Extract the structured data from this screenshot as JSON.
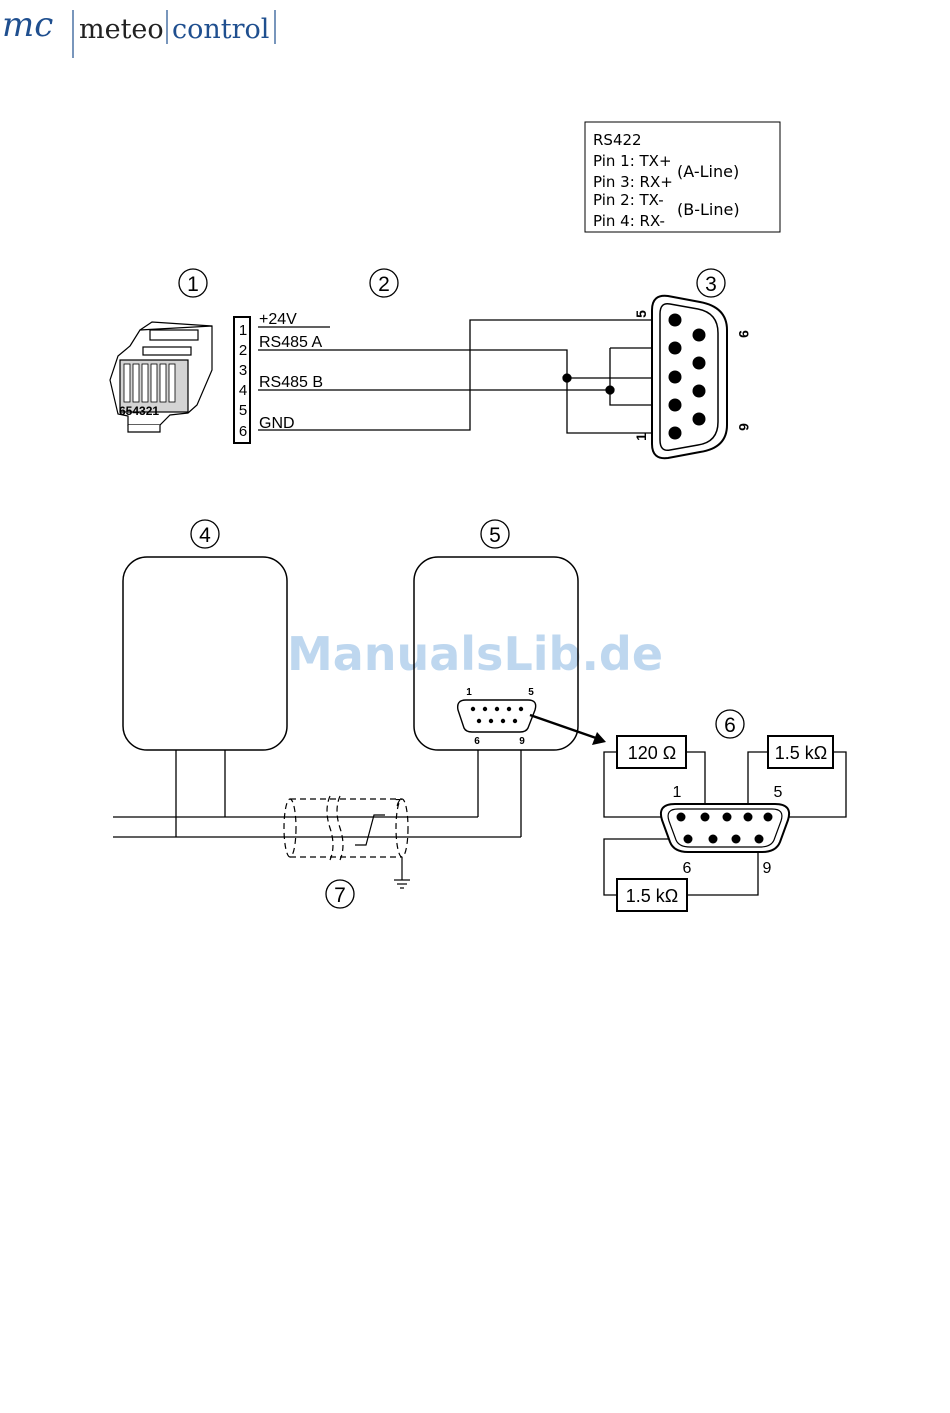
{
  "header": {
    "logo_mark": "mc",
    "brand_left": "meteo",
    "brand_right": "control",
    "brand_color": "#1f4f8f"
  },
  "watermark": {
    "text": "ManualsLib.de",
    "color": "#b7d3ee"
  },
  "rs422_box": {
    "title": "RS422",
    "pin1": "Pin 1: TX+",
    "pin3": "Pin 3: RX+",
    "pin2": "Pin 2: TX-",
    "pin4": "Pin 4: RX-",
    "a_line": "(A-Line)",
    "b_line": "(B-Line)"
  },
  "callouts": {
    "c1": "1",
    "c2": "2",
    "c3": "3",
    "c4": "4",
    "c5": "5",
    "c6": "6",
    "c7": "7"
  },
  "rj_plug": {
    "pin_numbers": "654321"
  },
  "terminal": {
    "numbers": [
      "1",
      "2",
      "3",
      "4",
      "5",
      "6"
    ],
    "signals": [
      "+24V",
      "RS485 A",
      "RS485 B",
      "GND"
    ]
  },
  "db9_top": {
    "pin_labels": [
      "5",
      "9",
      "1",
      "6"
    ]
  },
  "device5_connector": {
    "pin_labels": [
      "1",
      "5",
      "6",
      "9"
    ]
  },
  "termination": {
    "resistors": [
      "120 Ω",
      "1.5 kΩ",
      "1.5 kΩ"
    ],
    "pin_labels": [
      "1",
      "5",
      "6",
      "9"
    ]
  },
  "cable_shield_label": "7"
}
